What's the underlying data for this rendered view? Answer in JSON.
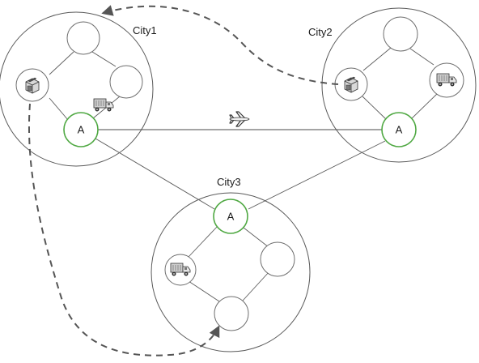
{
  "cities": [
    {
      "name": "City1"
    },
    {
      "name": "City2"
    },
    {
      "name": "City3"
    }
  ],
  "airport_label": "A",
  "icons": {
    "package": "package-icon",
    "truck": "truck-icon",
    "airplane": "airplane-icon",
    "arrow": "arrow-head-icon"
  },
  "colors": {
    "airport_ring": "#4fa842",
    "lines": "#5e5e5e",
    "dashed_path": "#555555"
  }
}
